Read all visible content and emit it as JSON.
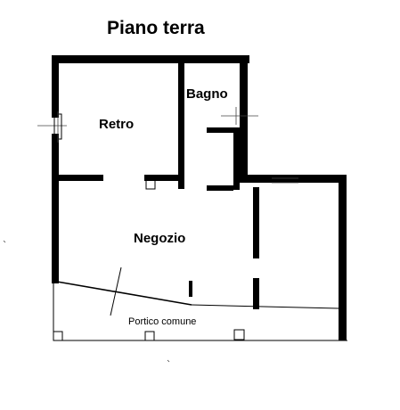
{
  "title": "Piano terra",
  "rooms": {
    "retro": "Retro",
    "bagno": "Bagno",
    "negozio": "Negozio"
  },
  "notes": {
    "portico": "Portico comune"
  }
}
